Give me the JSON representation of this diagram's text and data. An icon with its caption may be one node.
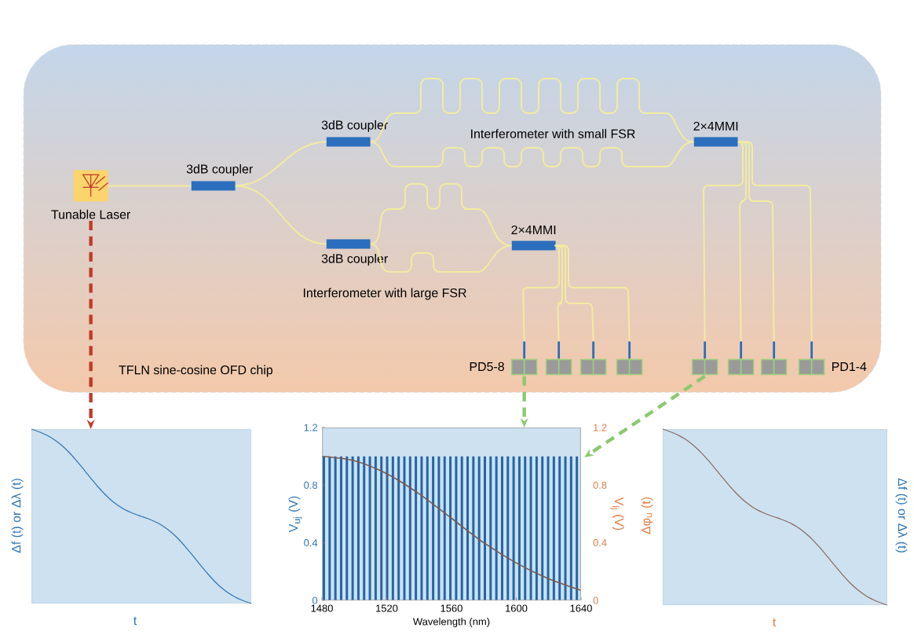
{
  "diagram": {
    "nodes": [
      {
        "text": [
          "TFLN sine-cosine OFD chip"
        ]
      },
      {
        "text": [
          "Tunable Laser"
        ],
        "in": 0
      },
      {
        "text": [
          "3dB coupler"
        ],
        "in": 0
      },
      {
        "text": [
          "3dB coupler"
        ],
        "in": 0
      },
      {
        "text": [
          "3dB coupler"
        ],
        "in": 0
      },
      {
        "text": [
          "2×4MMI"
        ],
        "in": 0
      },
      {
        "text": [
          "2×4MMI"
        ],
        "in": 0
      },
      {
        "text": [],
        "shape": "box",
        "in": 0,
        "beside": [
          "PD5-8"
        ]
      },
      {
        "text": [],
        "shape": "box",
        "in": 0
      },
      {
        "text": [],
        "shape": "box",
        "in": 0
      },
      {
        "text": [],
        "shape": "box",
        "in": 0
      },
      {
        "text": [],
        "shape": "box",
        "in": 0
      },
      {
        "text": [],
        "shape": "box",
        "in": 0
      },
      {
        "text": [],
        "shape": "box",
        "in": 0
      },
      {
        "text": [],
        "shape": "box",
        "in": 0,
        "beside": [
          "PD1-4"
        ]
      },
      {
        "text": [
          "Δf (t) or Δλ (t)",
          "t"
        ]
      },
      {
        "text": [],
        "shape": "box"
      },
      {
        "text": [
          "Δφ$_{u}$ (t)",
          "Δf (t) or Δλ (t)",
          "t"
        ]
      }
    ],
    "edges": [
      {
        "from": 1,
        "to": 2,
        "arrow": "none"
      },
      {
        "from": 2,
        "to": 3,
        "arrow": "none"
      },
      {
        "from": 2,
        "to": 4,
        "arrow": "none"
      },
      {
        "from": 3,
        "to": 5,
        "arrow": "none"
      },
      {
        "from": 3,
        "to": 5,
        "arrow": "none"
      },
      {
        "from": 4,
        "to": 6,
        "arrow": "none"
      },
      {
        "from": 4,
        "to": 6,
        "arrow": "none"
      },
      {
        "from": 6,
        "to": 7,
        "arrow": "none"
      },
      {
        "from": 6,
        "to": 8,
        "arrow": "none"
      },
      {
        "from": 6,
        "to": 9,
        "arrow": "none"
      },
      {
        "from": 6,
        "to": 10,
        "arrow": "none"
      },
      {
        "from": 5,
        "to": 11,
        "arrow": "none"
      },
      {
        "from": 5,
        "to": 12,
        "arrow": "none"
      },
      {
        "from": 5,
        "to": 13,
        "arrow": "none"
      },
      {
        "from": 5,
        "to": 14,
        "arrow": "none"
      },
      {
        "from": 1,
        "to": 15,
        "arrow": "to",
        "style": "dashed",
        "color": "#c0392b"
      },
      {
        "from": 7,
        "to": 16,
        "arrow": "to",
        "style": "dashed",
        "color": "#8cc870"
      },
      {
        "from": 11,
        "to": 16,
        "arrow": "to",
        "style": "dashed",
        "color": "#8cc870"
      }
    ],
    "labels": [
      "Interferometer with small FSR",
      "Interferometer with large FSR",
      "1.2",
      "0.8",
      "0.4",
      "0",
      "V$_{lj}$ (V)"
    ],
    "chart_data": {
      "type": "line",
      "xlabel": "Wavelength (nm)",
      "ylabel": "V$_{uj}$ (V)",
      "x": [
        1480,
        1500,
        1520,
        1540,
        1560,
        1580,
        1600,
        1620,
        1640
      ],
      "series": [
        {
          "color": "#7a5a50",
          "values": [
            1.0,
            0.97,
            0.88,
            0.74,
            0.57,
            0.4,
            0.26,
            0.15,
            0.07
          ]
        }
      ],
      "xlim": [
        1480,
        1640
      ],
      "ylim": [
        0,
        1.2
      ],
      "xticks": [
        1480,
        1520,
        1560,
        1600,
        1640
      ],
      "yticks": [
        {
          "value": 0,
          "label": "0"
        },
        {
          "value": 0.4,
          "label": "0.4"
        },
        {
          "value": 0.8,
          "label": "0.8"
        },
        {
          "value": 1.2,
          "label": "1.2"
        }
      ]
    }
  }
}
